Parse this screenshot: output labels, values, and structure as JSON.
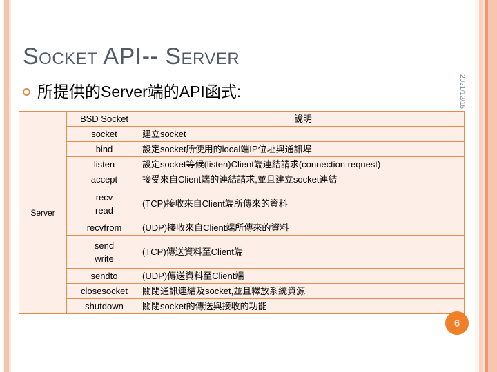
{
  "slide": {
    "title": "Socket API-- Server",
    "bullet_text": "所提供的Server端的API函式:",
    "bullet_icon": "hollow-circle-bullet-icon",
    "date": "2021/12/15",
    "page_number": "6",
    "accent_color": "#ea8b4e",
    "badge_color": "#f07f28",
    "table_bg": "#fdeee7",
    "title_color": "#515b68"
  },
  "table": {
    "columns": [
      "Server",
      "BSD Socket",
      "說明"
    ],
    "row_group_label": "Server",
    "rows": [
      {
        "fn": "socket",
        "desc": "建立socket",
        "tall": false
      },
      {
        "fn": "bind",
        "desc": "設定socket所使用的local端IP位址與通訊埠",
        "tall": false
      },
      {
        "fn": "listen",
        "desc": "設定socket等候(listen)Client端連結請求(connection request)",
        "tall": false
      },
      {
        "fn": "accept",
        "desc": "接受來自Client端的連結請求,並且建立socket連結",
        "tall": false
      },
      {
        "fn": "recv\nread",
        "desc": "(TCP)接收來自Client端所傳來的資料",
        "tall": true
      },
      {
        "fn": "recvfrom",
        "desc": "(UDP)接收來自Client端所傳來的資料",
        "tall": false
      },
      {
        "fn": "send\nwrite",
        "desc": "(TCP)傳送資料至Client端",
        "tall": true
      },
      {
        "fn": "sendto",
        "desc": "(UDP)傳送資料至Client端",
        "tall": false
      },
      {
        "fn": "closesocket",
        "desc": "關閉通訊連結及socket,並且釋放系統資源",
        "tall": false
      },
      {
        "fn": "shutdown",
        "desc": "關閉socket的傳送與接收的功能",
        "tall": false
      }
    ]
  }
}
